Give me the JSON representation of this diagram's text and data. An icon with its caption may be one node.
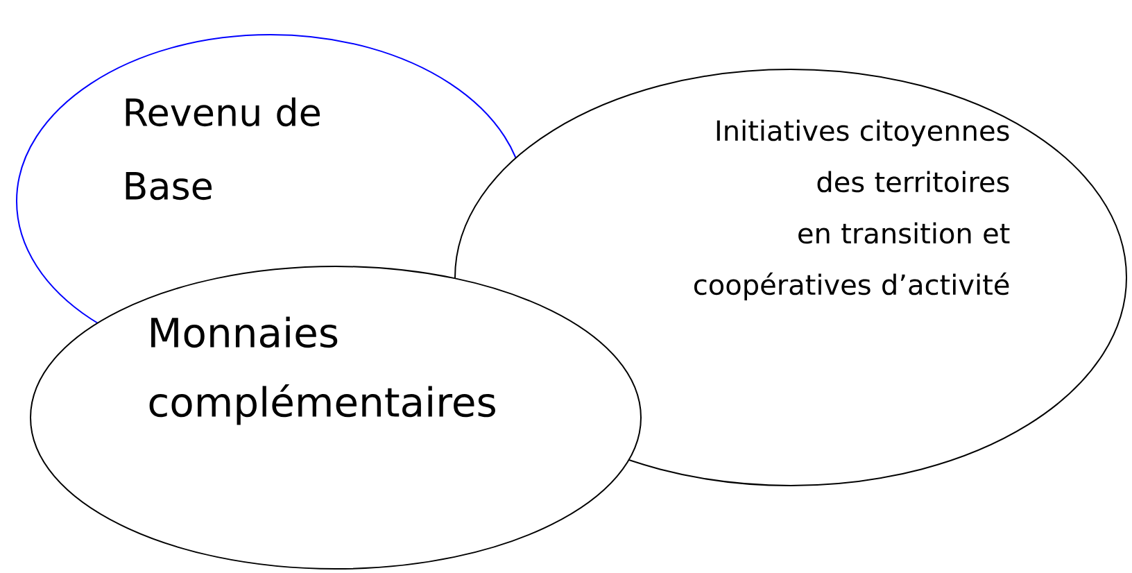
{
  "diagram": {
    "nodes": [
      {
        "text": [
          "Revenu de Base"
        ]
      },
      {
        "text": [
          "Initiatives citoyennes des territoires en transition et coopératives d’activité"
        ]
      },
      {
        "text": [
          "Monnaies complémentaires"
        ]
      }
    ]
  }
}
